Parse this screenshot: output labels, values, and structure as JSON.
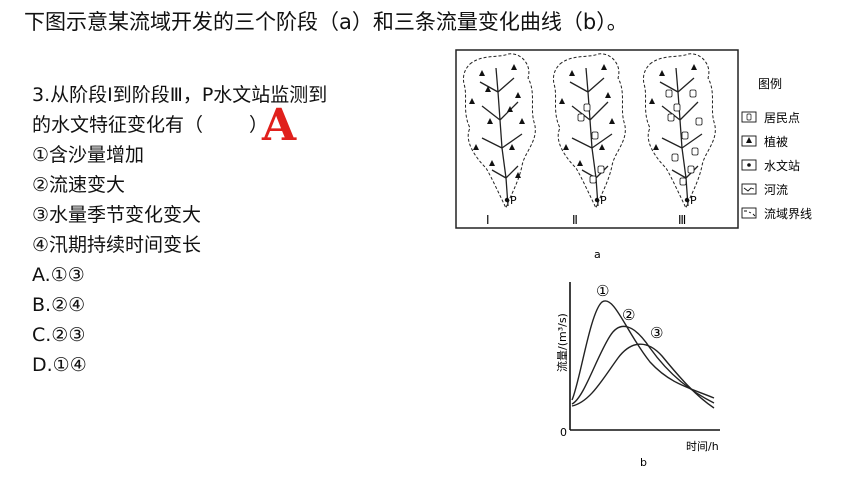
{
  "header": {
    "text": "下图示意某流域开发的三个阶段（a）和三条流量变化曲线（b）。"
  },
  "question": {
    "stem_line1": "3.从阶段Ⅰ到阶段Ⅲ，P水文站监测到",
    "stem_line2_pre": "的水文特征变化有（",
    "stem_line2_post": "）",
    "statements": [
      "①含沙量增加",
      "②流速变大",
      "③水量季节变化变大",
      "④汛期持续时间变长"
    ],
    "options": [
      "A.①③",
      "B.②④",
      "C.②③",
      "D.①④"
    ],
    "answer": "A",
    "answer_color": "#e0201c"
  },
  "figure_a": {
    "caption": "a",
    "stages": [
      "Ⅰ",
      "Ⅱ",
      "Ⅲ"
    ],
    "station_label": "P",
    "legend_title": "图例",
    "legend": [
      "居民点",
      "植被",
      "水文站",
      "河流",
      "流域界线"
    ]
  },
  "figure_b": {
    "caption": "b",
    "ylabel": "流量/(m³/s)",
    "xlabel": "时间/h",
    "origin": "0",
    "curve_labels": [
      "①",
      "②",
      "③"
    ]
  }
}
